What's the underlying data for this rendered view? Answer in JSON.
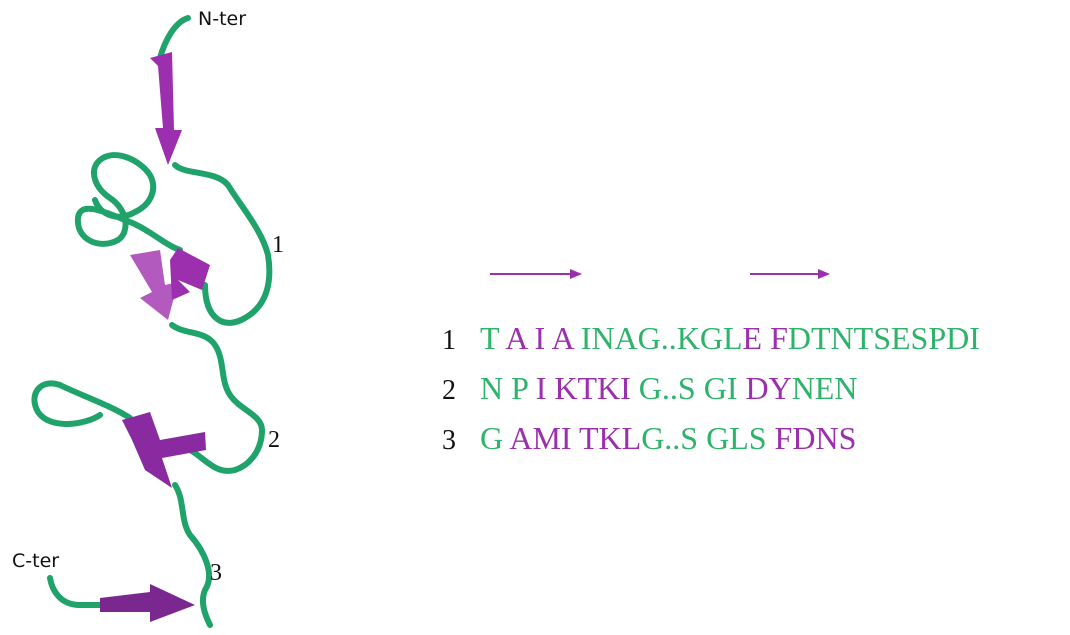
{
  "structure": {
    "n_terminus_label": "N-ter",
    "c_terminus_label": "C-ter",
    "loop_labels": [
      "1",
      "2",
      "3"
    ]
  },
  "sequences": [
    {
      "number": "1",
      "segments": [
        {
          "text": "T ",
          "kind": "loop"
        },
        {
          "text": "A I A ",
          "kind": "strand"
        },
        {
          "text": "INAG..KGL",
          "kind": "loop"
        },
        {
          "text": "E F",
          "kind": "strand"
        },
        {
          "text": "DTNTSESPDI",
          "kind": "loop"
        }
      ]
    },
    {
      "number": "2",
      "segments": [
        {
          "text": "N ",
          "kind": "loop"
        },
        {
          "text": "P ",
          "kind": "loop"
        },
        {
          "text": "I KTKI ",
          "kind": "strand"
        },
        {
          "text": "G..S ",
          "kind": "loop"
        },
        {
          "text": "GI ",
          "kind": "loop"
        },
        {
          "text": "DY",
          "kind": "strand"
        },
        {
          "text": "NEN",
          "kind": "loop"
        }
      ]
    },
    {
      "number": "3",
      "segments": [
        {
          "text": "G ",
          "kind": "loop"
        },
        {
          "text": "AMI TKL",
          "kind": "strand"
        },
        {
          "text": "G..S ",
          "kind": "loop"
        },
        {
          "text": "GLS ",
          "kind": "loop"
        },
        {
          "text": "FDNS",
          "kind": "strand"
        }
      ]
    }
  ],
  "colors": {
    "loop": "#2db36a",
    "strand": "#9b2fae",
    "strand_light": "#d07fd9",
    "tube": "#1fa36b",
    "arrow": "#9b2fae"
  }
}
